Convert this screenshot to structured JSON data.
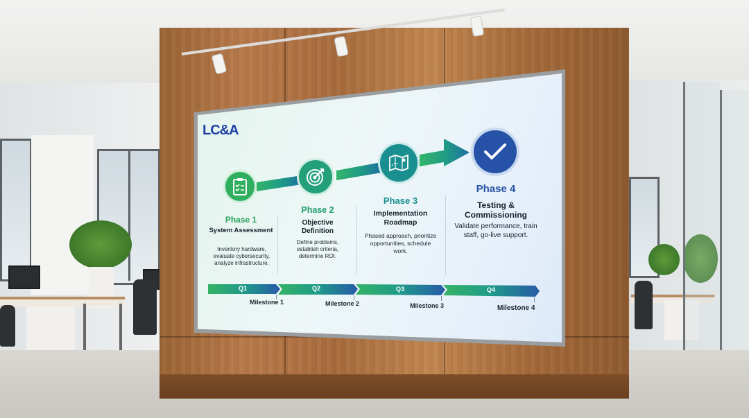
{
  "scene": {
    "logo": "LC&A"
  },
  "roadmap": {
    "phases": [
      {
        "title": "Phase 1",
        "subtitle": "System Assessment",
        "description": "Inventory hardware, evaluate cybersecurity, analyze infrastructure.",
        "icon": "clipboard-checklist-icon",
        "color": "#2fae5e"
      },
      {
        "title": "Phase 2",
        "subtitle": "Objective Definition",
        "description": "Define problems, establish criteria, determine ROI.",
        "icon": "target-icon",
        "color": "#23a07a"
      },
      {
        "title": "Phase 3",
        "subtitle": "Implementation Roadmap",
        "description": "Phased approach, prioritize opportunities, schedule work.",
        "icon": "map-icon",
        "color": "#1a8f8f"
      },
      {
        "title": "Phase 4",
        "subtitle": "Testing & Commissioning",
        "description": "Validate performance, train staff, go-live support.",
        "icon": "checkmark-icon",
        "color": "#2653a8"
      }
    ],
    "timeline": {
      "quarters": [
        "Q1",
        "Q2",
        "Q3",
        "Q4"
      ],
      "milestones": [
        "Milestone 1",
        "Milestone 2",
        "Milestone 3",
        "Milestone 4"
      ]
    }
  }
}
